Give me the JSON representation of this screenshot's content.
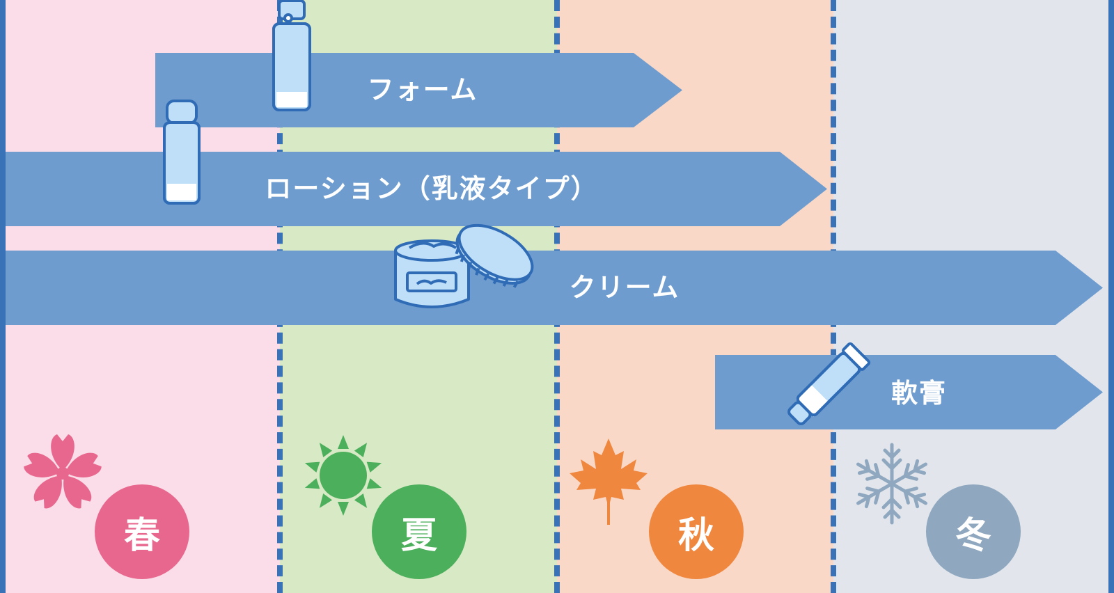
{
  "colors": {
    "spring_bg": "#fadde8",
    "summer_bg": "#d8e9c5",
    "autumn_bg": "#fad8c7",
    "winter_bg": "#e2e6ec",
    "divider": "#3a72b8",
    "arrow": "#6f9ccf",
    "spring_badge": "#e8678e",
    "summer_badge": "#4caf5c",
    "autumn_badge": "#ef873f",
    "winter_badge": "#8fa8bf",
    "product_outline": "#2f6cb5",
    "product_fill": "#bfdff9"
  },
  "products": [
    {
      "label": "フォーム",
      "icon": "foam-bottle-icon"
    },
    {
      "label": "ローション（乳液タイプ）",
      "icon": "lotion-bottle-icon"
    },
    {
      "label": "クリーム",
      "icon": "cream-jar-icon"
    },
    {
      "label": "軟膏",
      "icon": "ointment-tube-icon"
    }
  ],
  "seasons": [
    {
      "label": "春",
      "icon": "cherry-blossom-icon"
    },
    {
      "label": "夏",
      "icon": "sun-icon"
    },
    {
      "label": "秋",
      "icon": "maple-leaf-icon"
    },
    {
      "label": "冬",
      "icon": "snowflake-icon"
    }
  ]
}
